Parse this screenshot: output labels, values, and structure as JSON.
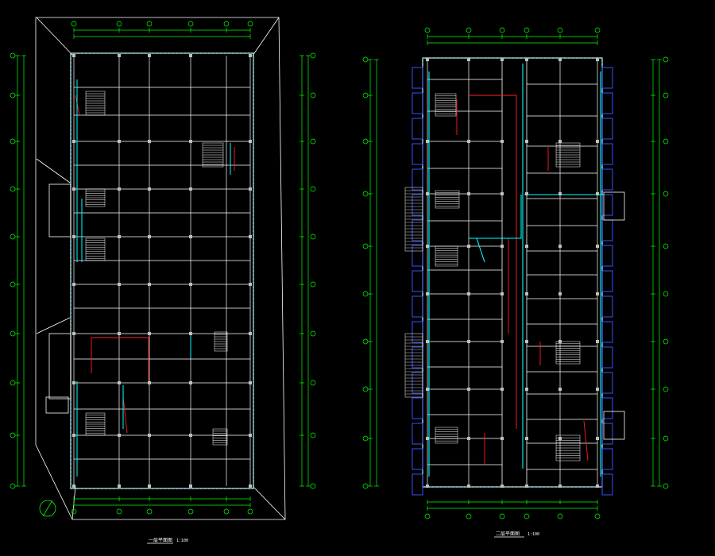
{
  "drawing": {
    "background": "#000000",
    "colors": {
      "wall": "#ffffff",
      "grid_line": "#c0c0c0",
      "dimension": "#00ff00",
      "pipe": "#00ffff",
      "fixture": "#ff2020",
      "window": "#3355ff",
      "hatch": "#ffffff"
    },
    "left_plan": {
      "title": "一层平面图",
      "scale": "1:100",
      "north_icon": "north-arrow-icon"
    },
    "right_plan": {
      "title": "二层平面图",
      "scale": "1:100"
    }
  }
}
